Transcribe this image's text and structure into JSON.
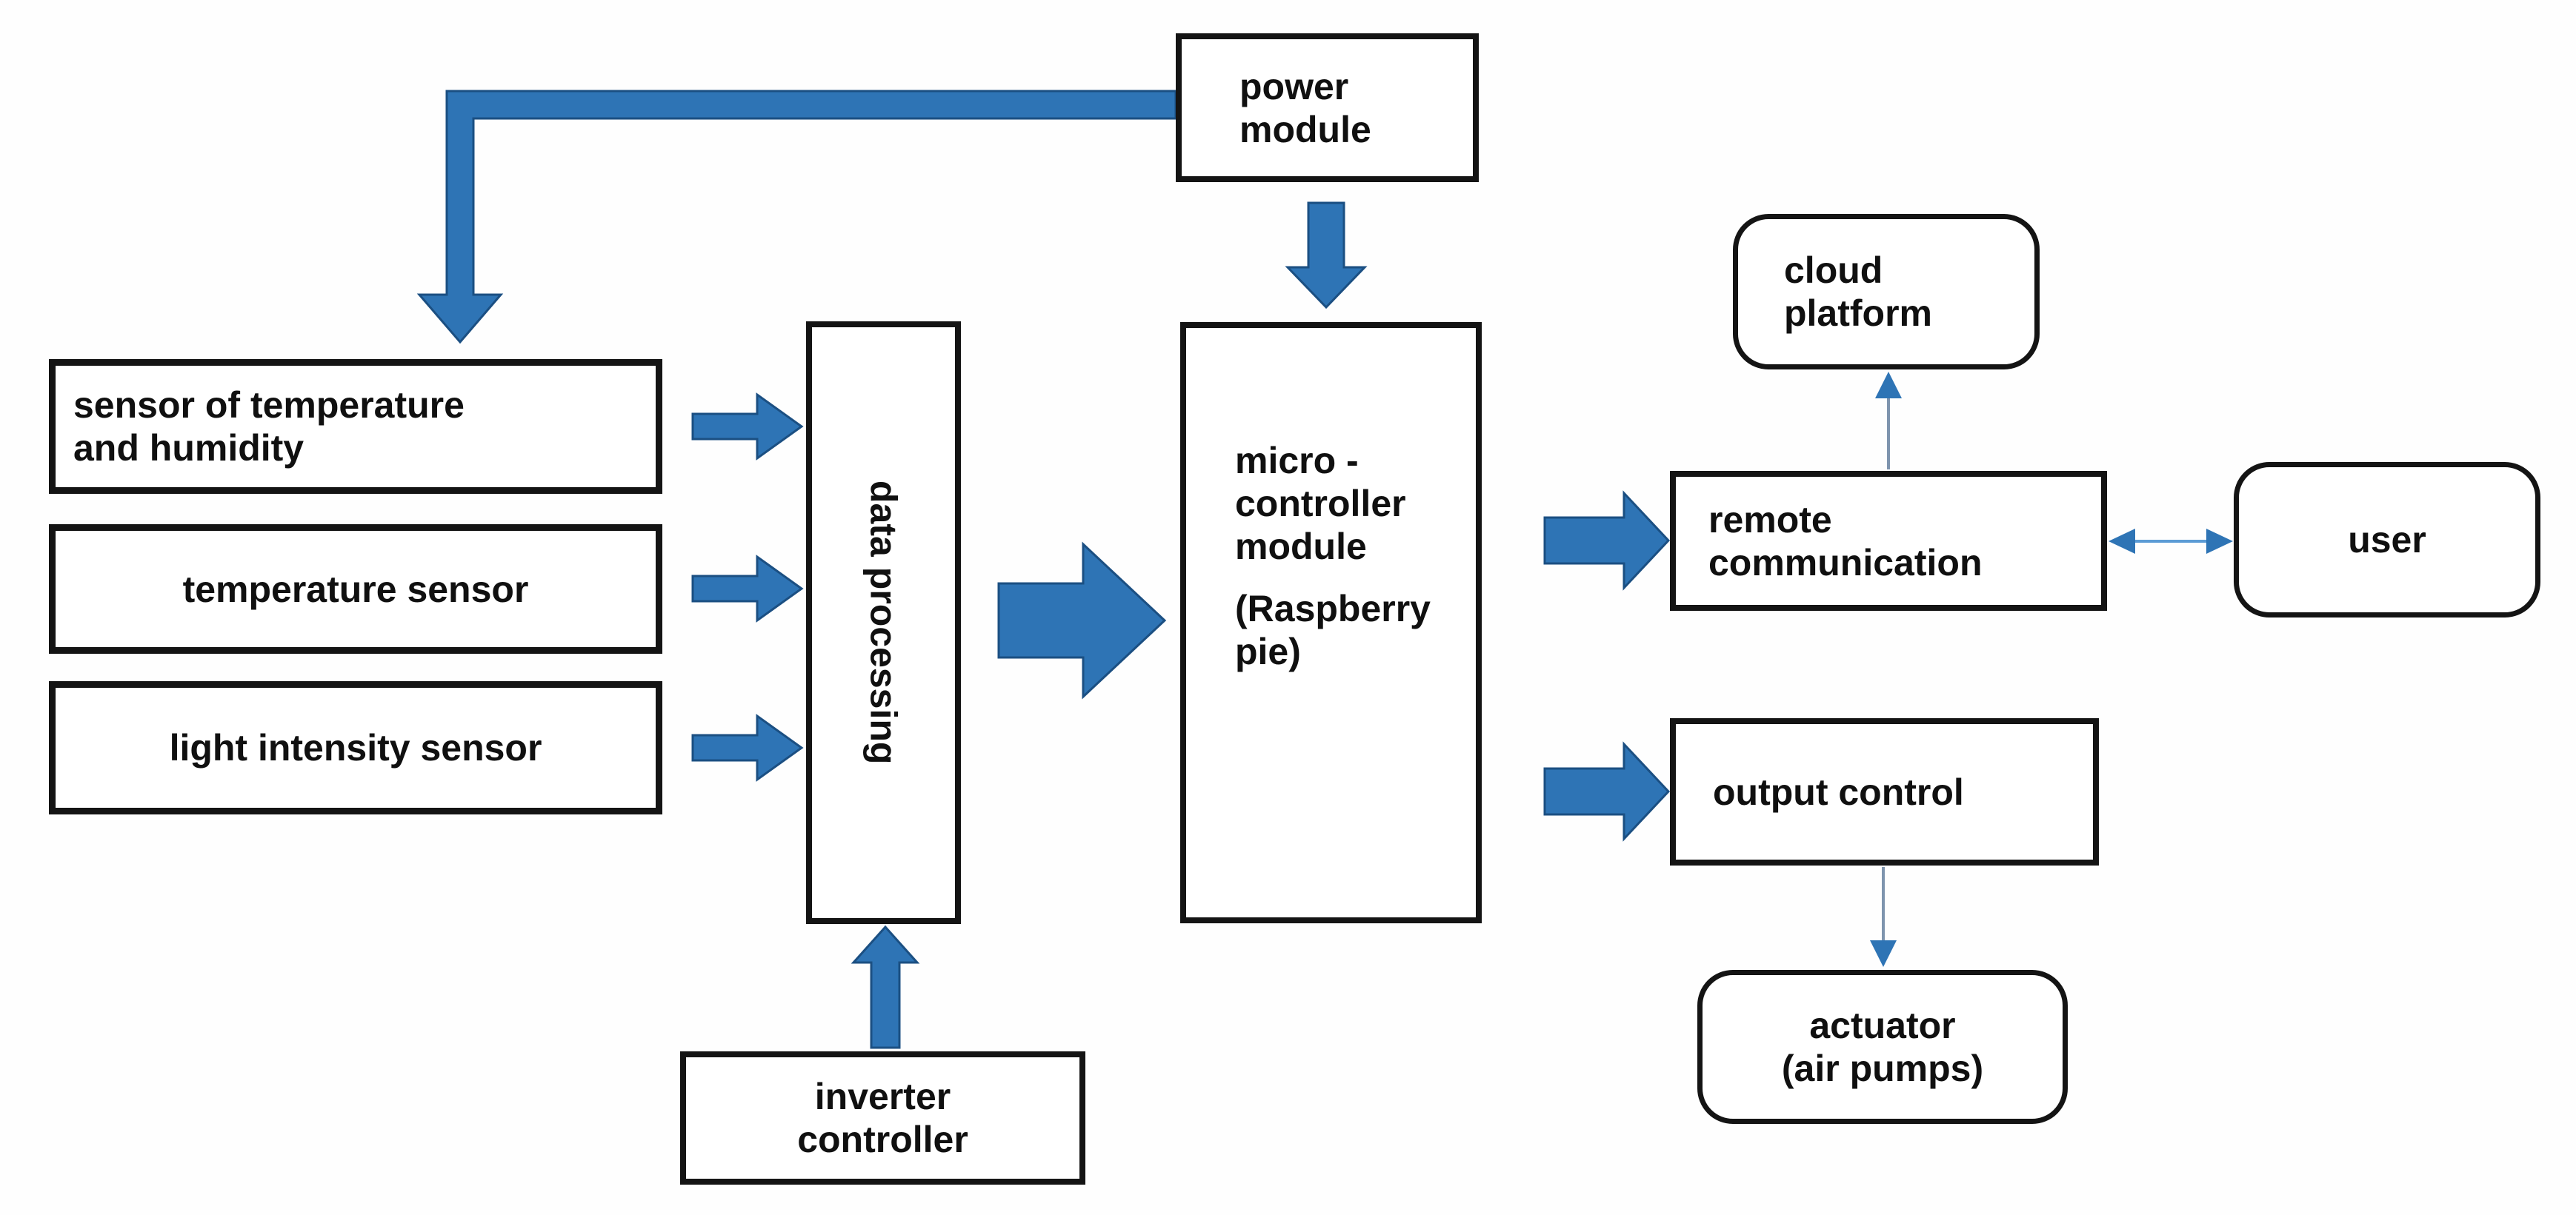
{
  "diagram": {
    "description": "block diagram of a sensing and control system",
    "nodes": {
      "power_module": {
        "label": "power\nmodule",
        "shape": "rect"
      },
      "sensor_temp_humidity": {
        "label": "sensor of temperature\nand humidity",
        "shape": "rect"
      },
      "temperature_sensor": {
        "label": "temperature sensor",
        "shape": "rect"
      },
      "light_intensity_sensor": {
        "label": "light intensity sensor",
        "shape": "rect"
      },
      "data_processing": {
        "label": "data processing",
        "shape": "rect-vertical-text"
      },
      "microcontroller": {
        "label": "micro -\ncontroller\nmodule",
        "sublabel": "(Raspberry\n pie)",
        "shape": "rect"
      },
      "remote_communication": {
        "label": "remote\ncommunication",
        "shape": "rect"
      },
      "cloud_platform": {
        "label": "cloud\n platform",
        "shape": "rounded"
      },
      "user": {
        "label": "user",
        "shape": "rounded"
      },
      "output_control": {
        "label": "output control",
        "shape": "rect"
      },
      "actuator": {
        "label": "actuator\n(air pumps)",
        "shape": "rounded"
      },
      "inverter_controller": {
        "label": "inverter\ncontroller",
        "shape": "rect"
      }
    },
    "edges": [
      {
        "from": "power_module",
        "to": "sensor_temp_humidity",
        "style": "thick-elbow-block-arrow"
      },
      {
        "from": "power_module",
        "to": "microcontroller",
        "style": "thick-block-arrow"
      },
      {
        "from": "sensor_temp_humidity",
        "to": "data_processing",
        "style": "block-arrow"
      },
      {
        "from": "temperature_sensor",
        "to": "data_processing",
        "style": "block-arrow"
      },
      {
        "from": "light_intensity_sensor",
        "to": "data_processing",
        "style": "block-arrow"
      },
      {
        "from": "inverter_controller",
        "to": "data_processing",
        "style": "thick-block-arrow"
      },
      {
        "from": "data_processing",
        "to": "microcontroller",
        "style": "big-block-arrow"
      },
      {
        "from": "microcontroller",
        "to": "remote_communication",
        "style": "block-arrow"
      },
      {
        "from": "microcontroller",
        "to": "output_control",
        "style": "block-arrow"
      },
      {
        "from": "remote_communication",
        "to": "cloud_platform",
        "style": "thin-arrow"
      },
      {
        "from": "remote_communication",
        "to": "user",
        "style": "thin-double-arrow"
      },
      {
        "from": "output_control",
        "to": "actuator",
        "style": "thin-arrow"
      }
    ],
    "colors": {
      "arrow_fill": "#2E74B5",
      "arrow_outline": "#1B4F82",
      "thin_line": "#7E94AE",
      "double_line": "#5B9BD5",
      "border": "#141414"
    }
  }
}
